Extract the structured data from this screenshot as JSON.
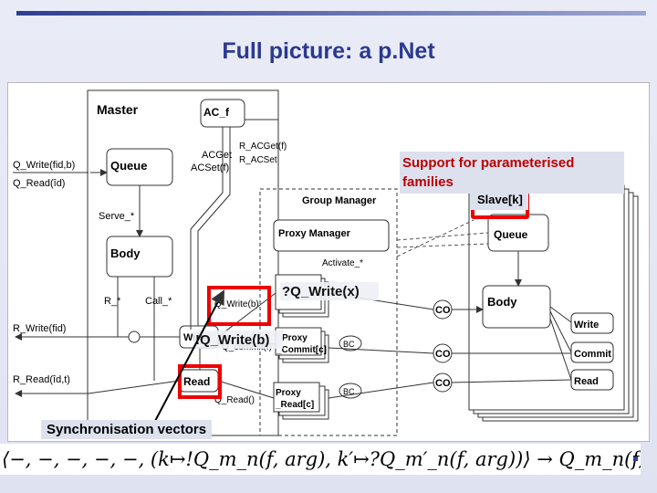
{
  "slide": {
    "title": "Full picture: a p.Net",
    "note": "Support for parameterised families",
    "sync_label": "Synchronisation vectors",
    "formula": "⟨−, −, −, −, −, (k↦!Q_m_n(f, arg), k′↦?Q_m′_n(f, arg))⟩ → Q_m_n(f, arg)"
  },
  "diagram": {
    "master": "Master",
    "ac_f": "AC_f",
    "queue": "Queue",
    "body": "Body",
    "q_write_fid": "Q_Write(fid,b)",
    "q_read_id": "Q_Read(îd)",
    "serve": "Serve_*",
    "acget": "ACGet",
    "acset": "ACSet(f)",
    "r_acget": "R_ACGet(f)",
    "r_acset": "R_ACSet",
    "r_star": "R_*",
    "call_star": "Call_*",
    "r_write": "R_Write(fid)",
    "r_read": "R_Read(îd,t)",
    "q_write_b_small": "Q_Write(b)",
    "q_commit": "Q_commit(f)",
    "q_read_small": "Q_Read()",
    "read": "Read",
    "write_master": "Write",
    "group_manager": "Group Manager",
    "proxy_manager": "Proxy Manager",
    "activate": "Activate_*",
    "proxy_small": "Proxy",
    "proxy_commit": "_Commit[c]",
    "proxy_read": "_Read[c]",
    "bc": "BC",
    "co": "CO",
    "slave": "Slave[k]",
    "slave_queue": "Queue",
    "slave_body": "Body",
    "slave_write": "Write",
    "slave_commit": "Commit",
    "slave_read": "Read",
    "qwrite_x": "?Q_Write(x)",
    "qwrite_b": "!Q_Write(b)"
  }
}
